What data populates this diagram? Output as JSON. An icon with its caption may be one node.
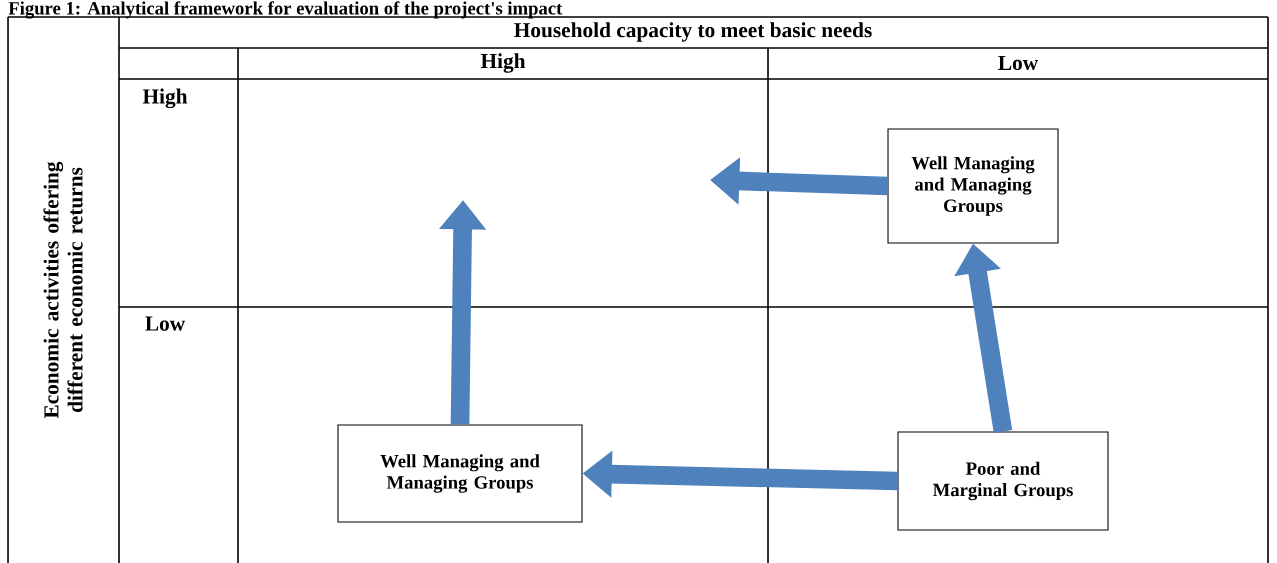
{
  "diagram": {
    "title": "Figure 1: Analytical framework for evaluation of the project's impact",
    "nodes": [
      {
        "text": [
          "Well Managing and Managing Groups"
        ]
      },
      {
        "text": [
          "Well Managing and Managing Groups"
        ]
      },
      {
        "text": [
          "Poor and Marginal Groups"
        ]
      }
    ],
    "edges": [
      {
        "from": 0,
        "to": null,
        "arrow": "to"
      },
      {
        "from": 2,
        "to": 0,
        "arrow": "to"
      },
      {
        "from": 2,
        "to": 1,
        "arrow": "to"
      },
      {
        "from": 1,
        "to": null,
        "arrow": "to"
      }
    ],
    "labels": [
      "Economic activities offering different economic returns",
      "Household capacity to meet basic needs",
      "High",
      "Low",
      "High",
      "Low"
    ]
  }
}
